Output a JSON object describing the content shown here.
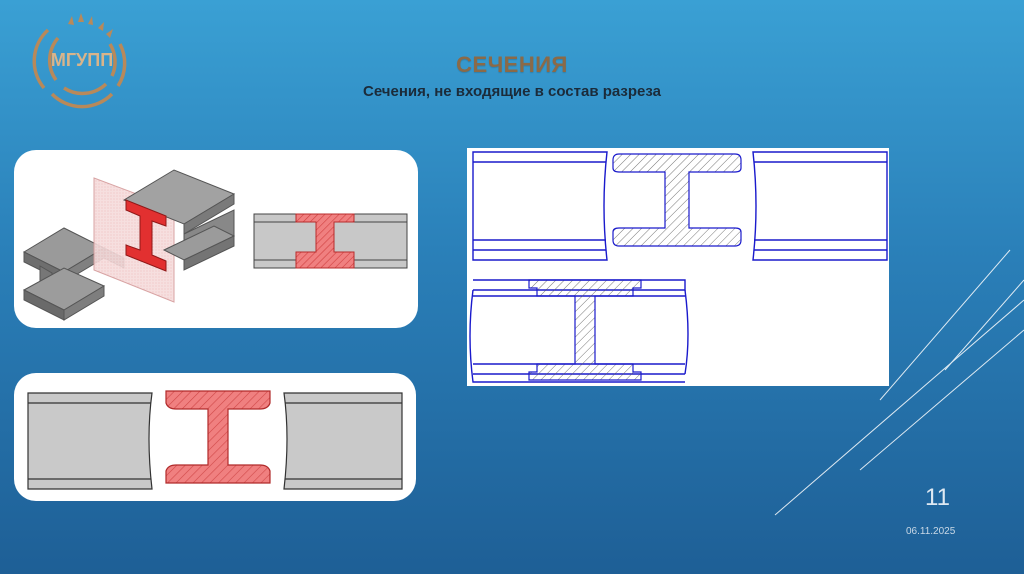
{
  "slide": {
    "title": "СЕЧЕНИЯ",
    "subtitle": "Сечения, не входящие в состав разреза",
    "page_number": "11",
    "date": "06.11.2025",
    "logo_text": "МГУПП"
  },
  "colors": {
    "title": "#8a6a48",
    "logo": "#b8895a",
    "section_fill": "#e85a5a",
    "beam_gray": "#c8c8c8",
    "drawing_line": "#1a1acc"
  },
  "figures": {
    "iso_view": "i-beam-isometric-section",
    "red_section_small": "i-beam-section-red-small",
    "red_section_large": "i-beam-section-red-large",
    "drawing": "i-beam-section-drawing"
  }
}
